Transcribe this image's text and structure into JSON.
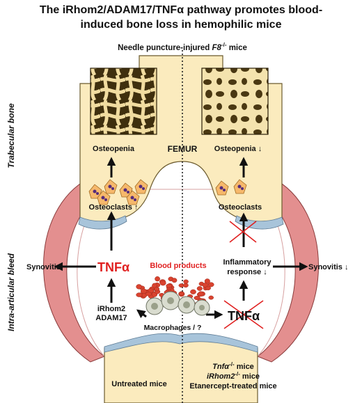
{
  "title": {
    "line1": "The iRhom2/ADAM17/TNFα pathway promotes blood-",
    "line2": "induced bone loss in hemophilic mice"
  },
  "header": {
    "model_prefix": "Needle puncture-injured ",
    "model_gene": "F8",
    "model_sup": "-/-",
    "model_suffix": " mice"
  },
  "side_labels": {
    "top": "Trabecular bone",
    "bottom": "Intra-articular bleed"
  },
  "center": {
    "femur": "FEMUR",
    "blood_products": "Blood products",
    "macrophages": "Macrophages / ?"
  },
  "left": {
    "osteopenia": "Osteopenia",
    "osteoclasts": "Osteoclasts ↑",
    "tnf": "TNFα",
    "synovitis": "Synovitis",
    "irhom2": "iRhom2",
    "adam17": "ADAM17",
    "group": "Untreated mice"
  },
  "right": {
    "osteopenia": "Osteopenia ↓",
    "osteoclasts": "Osteoclasts",
    "inflammatory_1": "Inflammatory",
    "inflammatory_2": "response ↓",
    "synovitis": "Synovitis ↓",
    "tnf": "TNFα",
    "groups": [
      {
        "gene": "Tnfα",
        "sup": "-/-",
        "suffix": " mice"
      },
      {
        "gene": "iRhom2",
        "sup": "-/-",
        "suffix": " mice"
      },
      {
        "gene": "",
        "sup": "",
        "suffix": "Etanercept-treated mice"
      }
    ]
  },
  "colors": {
    "bone": "#FBEBBE",
    "bone_stroke": "#6B5A2E",
    "cartilage": "#A8C4DA",
    "synovium": "#E38F8F",
    "synovium_light": "#F3C3C3",
    "blood": "#D9432F",
    "tnf": "#E02020",
    "trabecular_dark": "#4A3812",
    "trabecular_light": "#F2DEA3"
  }
}
